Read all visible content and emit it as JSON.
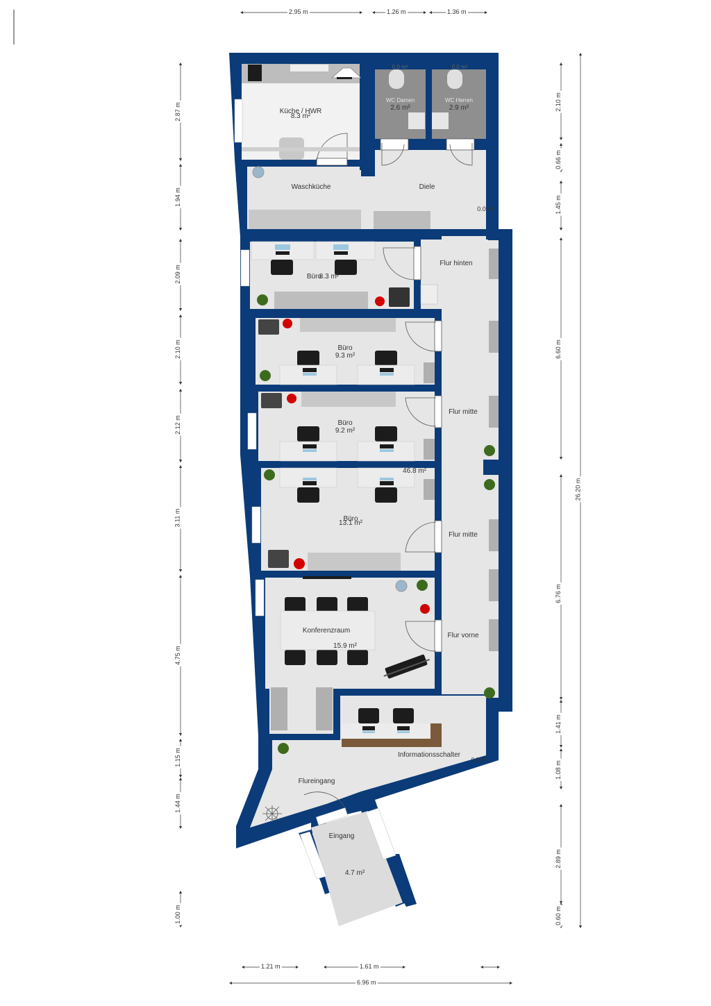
{
  "colors": {
    "wall": "#0b3b78",
    "floor": "#e6e6e6",
    "kitchen_floor": "#f2f2f2",
    "wc_floor": "#8f8f8f",
    "furniture_dark": "#1c1c1c",
    "furniture_gray": "#b5b5b5",
    "accent_red": "#d20000",
    "plant_green": "#3d6b1e",
    "counter_wood": "#7a5a3a",
    "dimension_line": "#333333"
  },
  "rooms": [
    {
      "name": "Küche / HWR",
      "area": "8.3 m²"
    },
    {
      "name": "WC Damen",
      "area": "2.6 m²",
      "area_top": "0.0 m²"
    },
    {
      "name": "WC Herren",
      "area": "2.9 m²",
      "area_top": "0.0 m²"
    },
    {
      "name": "Waschküche",
      "area": ""
    },
    {
      "name": "Diele",
      "area": "0.0 m²"
    },
    {
      "name": "Flur hinten",
      "area": ""
    },
    {
      "name": "Büro",
      "area": "8.3 m²"
    },
    {
      "name": "Büro",
      "area": "9.3 m²"
    },
    {
      "name": "Büro",
      "area": "9.2 m²"
    },
    {
      "name": "Flur mitte",
      "area": "46.8 m²"
    },
    {
      "name": "Büro",
      "area": "13.1 m²"
    },
    {
      "name": "Flur mitte",
      "area": ""
    },
    {
      "name": "Konferenzraum",
      "area": "15.9 m²"
    },
    {
      "name": "Flur vorne",
      "area": ""
    },
    {
      "name": "Informationsschalter",
      "area": "0.0 m²"
    },
    {
      "name": "Flureingang",
      "area": ""
    },
    {
      "name": "Eingang",
      "area": "4.7 m²"
    }
  ],
  "dimensions": {
    "top": [
      "2.95 m",
      "1.26 m",
      "1.36 m"
    ],
    "left": [
      "2.87 m",
      "1.94 m",
      "2.09 m",
      "2.10 m",
      "2.12 m",
      "3.11 m",
      "4.75 m",
      "1.15 m",
      "1.44 m",
      "1.00 m"
    ],
    "right": [
      "2.10 m",
      "0.66 m",
      "1.45 m",
      "6.60 m",
      "6.76 m",
      "1.41 m",
      "1.08 m",
      "2.89 m",
      "0.60 m"
    ],
    "right_total": "26.20 m",
    "bottom": [
      "1.21 m",
      "1.61 m"
    ],
    "bottom_total": "6.96 m"
  }
}
